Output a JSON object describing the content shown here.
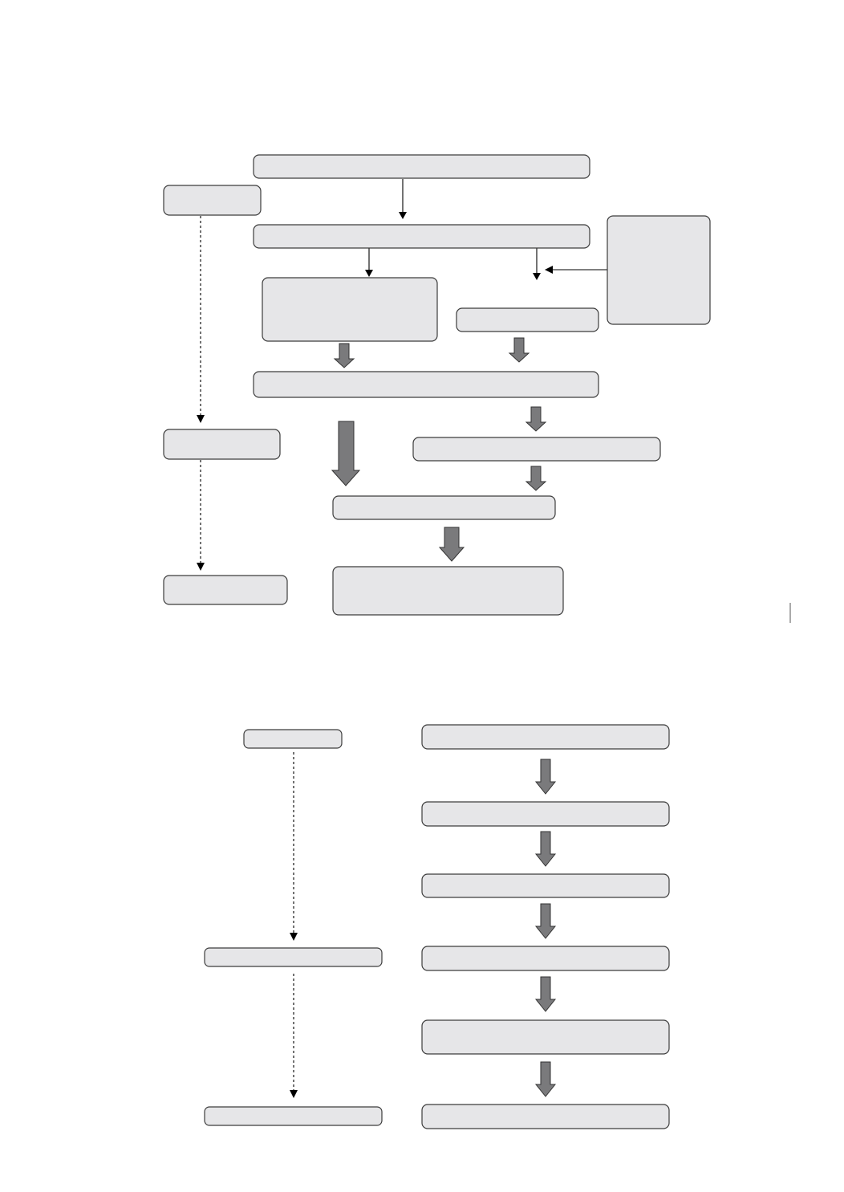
{
  "diagram_top": {
    "nodes": [
      {
        "id": "t-source",
        "label": ""
      },
      {
        "id": "t-side-1",
        "label": ""
      },
      {
        "id": "t-step-1",
        "label": ""
      },
      {
        "id": "t-left-branch",
        "label": ""
      },
      {
        "id": "t-right-branch",
        "label": ""
      },
      {
        "id": "t-note",
        "label": ""
      },
      {
        "id": "t-merge",
        "label": ""
      },
      {
        "id": "t-side-2",
        "label": ""
      },
      {
        "id": "t-right-step",
        "label": ""
      },
      {
        "id": "t-combine",
        "label": ""
      },
      {
        "id": "t-side-3",
        "label": ""
      },
      {
        "id": "t-result",
        "label": ""
      }
    ],
    "edges": [
      {
        "from": "t-source",
        "to": "t-step-1",
        "style": "thin-arrow"
      },
      {
        "from": "t-step-1",
        "to": "t-left-branch",
        "style": "thin-arrow"
      },
      {
        "from": "t-step-1",
        "to": "t-right-branch",
        "style": "thin-arrow"
      },
      {
        "from": "t-note",
        "to": "t-right-branch",
        "style": "thin-arrow"
      },
      {
        "from": "t-left-branch",
        "to": "t-merge",
        "style": "block-arrow"
      },
      {
        "from": "t-right-branch",
        "to": "t-merge",
        "style": "block-arrow"
      },
      {
        "from": "t-merge",
        "to": "t-right-step",
        "style": "block-arrow"
      },
      {
        "from": "t-merge",
        "to": "t-combine",
        "style": "block-arrow-large"
      },
      {
        "from": "t-right-step",
        "to": "t-combine",
        "style": "block-arrow"
      },
      {
        "from": "t-combine",
        "to": "t-result",
        "style": "block-arrow-large"
      },
      {
        "from": "t-side-1",
        "to": "t-side-2",
        "style": "dashed-arrow"
      },
      {
        "from": "t-side-2",
        "to": "t-side-3",
        "style": "dashed-arrow"
      }
    ]
  },
  "diagram_bottom": {
    "nodes": [
      {
        "id": "b-side-1",
        "label": ""
      },
      {
        "id": "b-side-2",
        "label": ""
      },
      {
        "id": "b-side-3",
        "label": ""
      },
      {
        "id": "b-step-1",
        "label": ""
      },
      {
        "id": "b-step-2",
        "label": ""
      },
      {
        "id": "b-step-3",
        "label": ""
      },
      {
        "id": "b-step-4",
        "label": ""
      },
      {
        "id": "b-step-5",
        "label": ""
      },
      {
        "id": "b-step-6",
        "label": ""
      }
    ],
    "edges": [
      {
        "from": "b-step-1",
        "to": "b-step-2",
        "style": "block-arrow"
      },
      {
        "from": "b-step-2",
        "to": "b-step-3",
        "style": "block-arrow"
      },
      {
        "from": "b-step-3",
        "to": "b-step-4",
        "style": "block-arrow"
      },
      {
        "from": "b-step-4",
        "to": "b-step-5",
        "style": "block-arrow"
      },
      {
        "from": "b-step-5",
        "to": "b-step-6",
        "style": "block-arrow"
      },
      {
        "from": "b-side-1",
        "to": "b-side-2",
        "style": "dashed-arrow"
      },
      {
        "from": "b-side-2",
        "to": "b-side-3",
        "style": "dashed-arrow"
      }
    ]
  },
  "colors": {
    "box_fill": "#e6e6e8",
    "box_stroke": "#3c3c3c",
    "block_arrow_fill": "#7a7a7c",
    "line": "#000000",
    "background": "#ffffff"
  }
}
